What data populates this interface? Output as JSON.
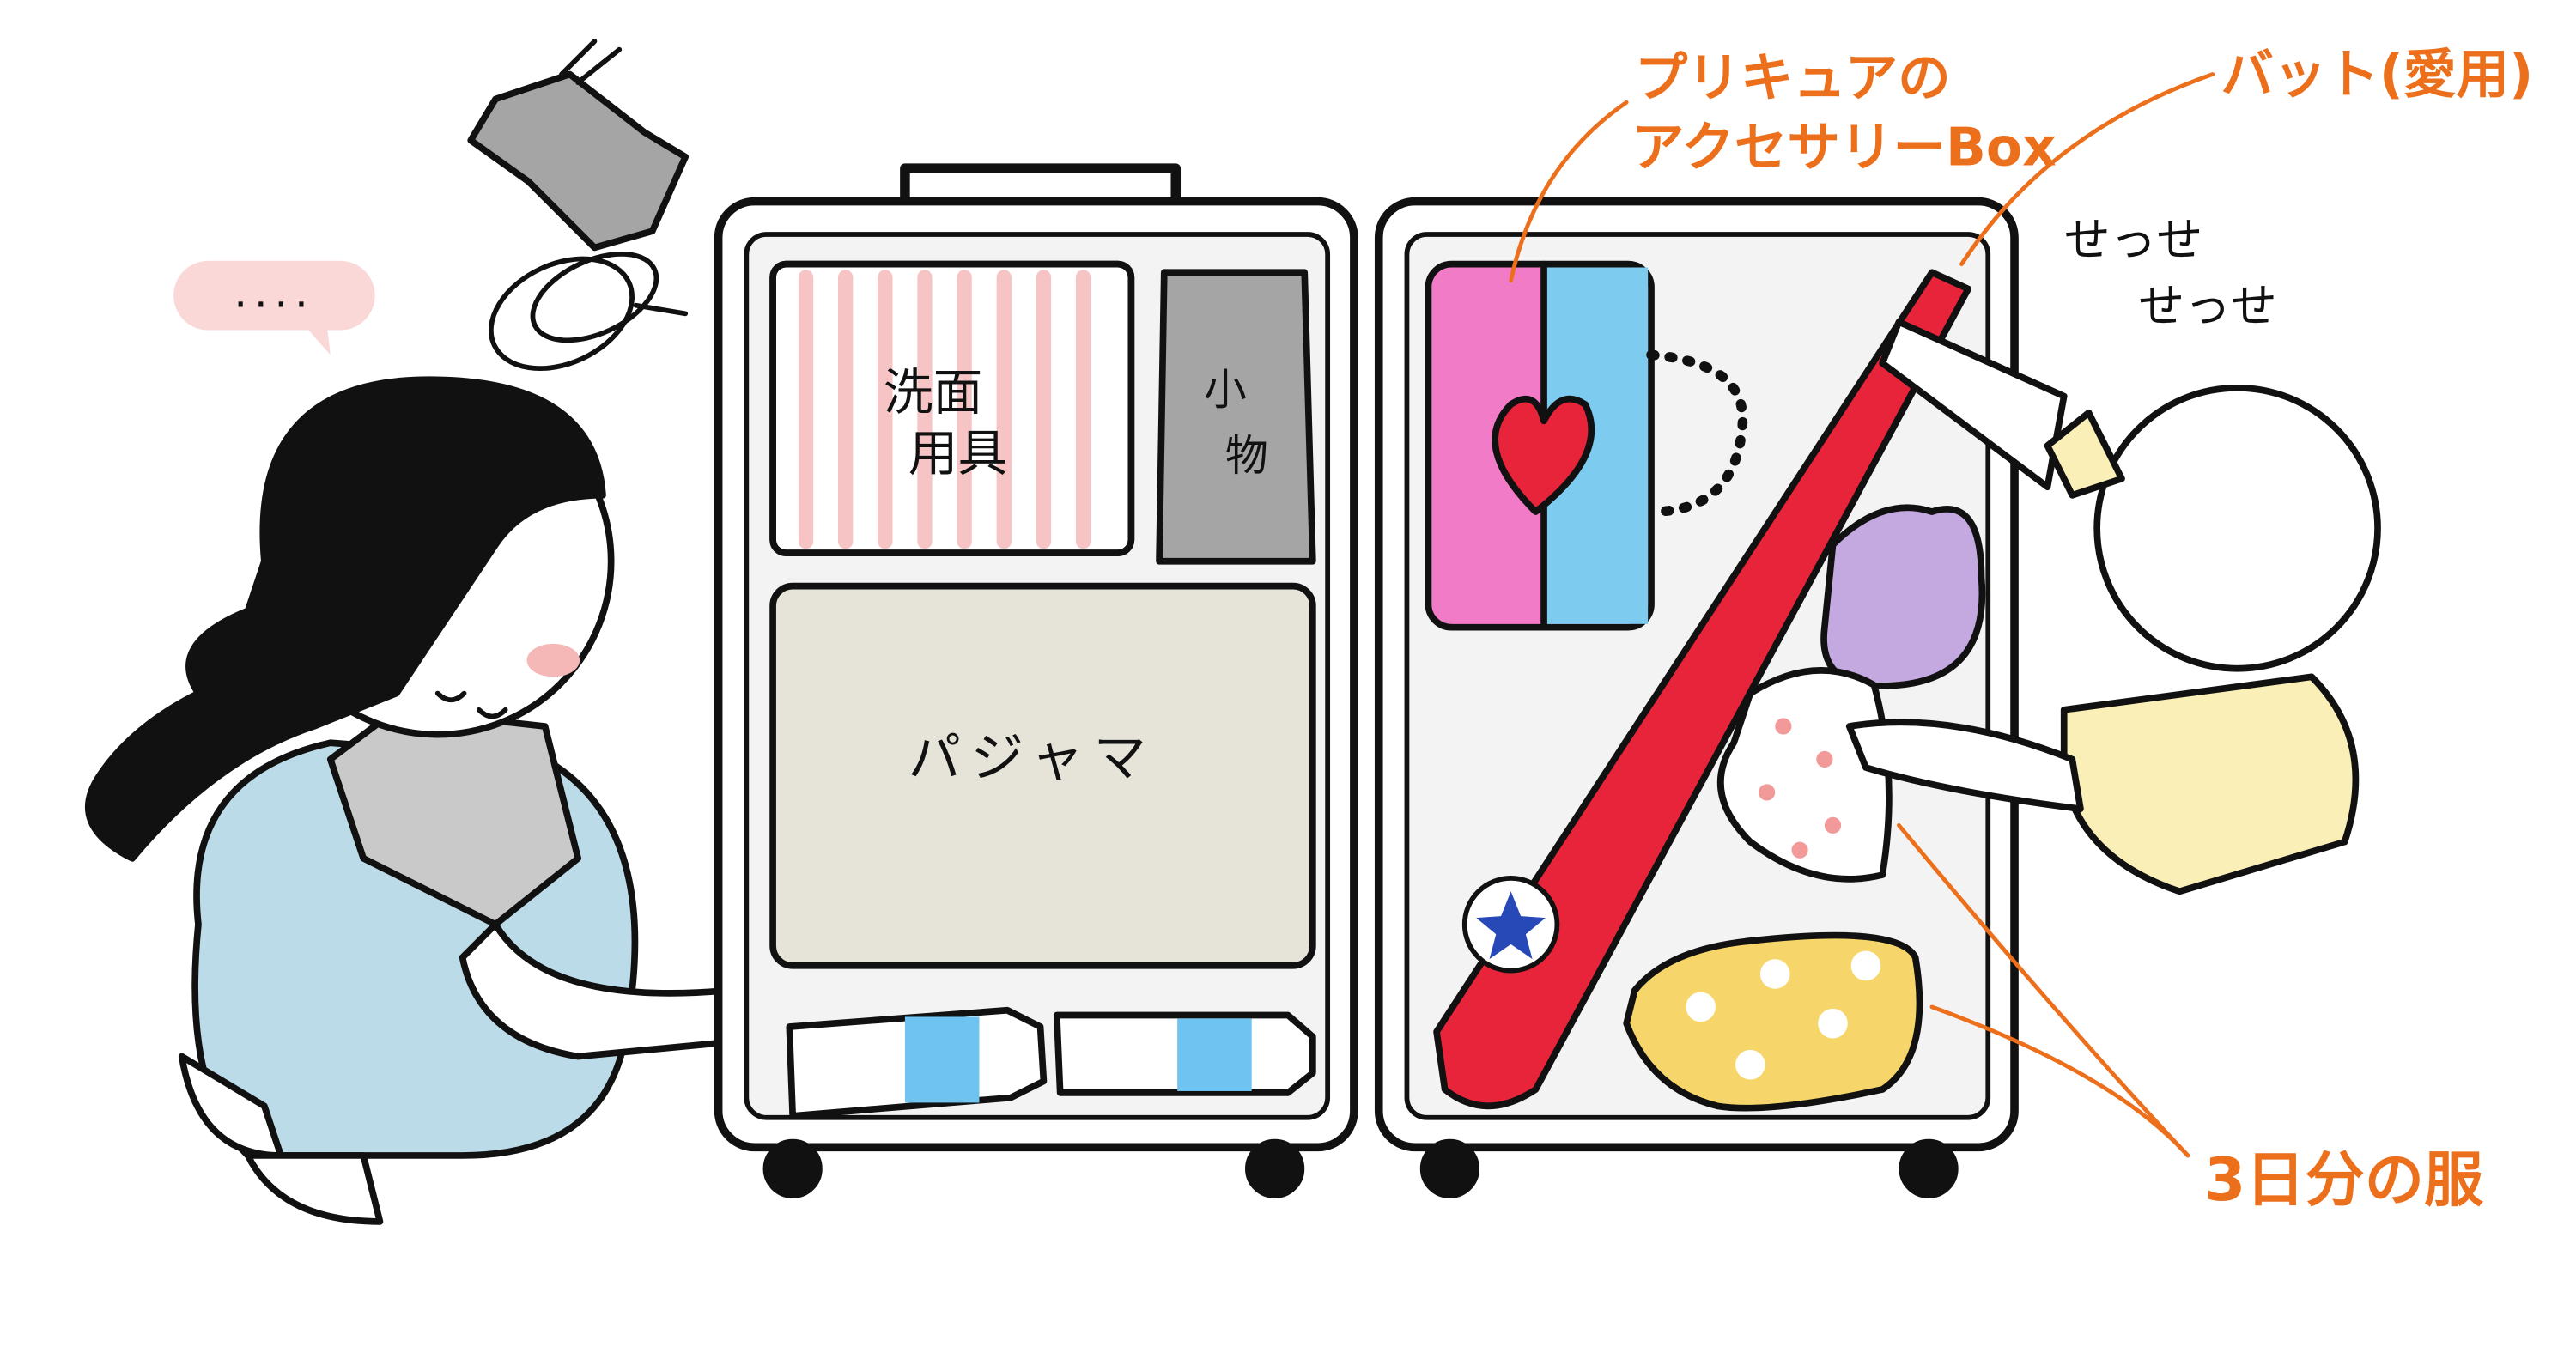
{
  "speech_bubble": {
    "text": "...."
  },
  "suitcase_left": {
    "toiletry_label_line1": "洗面",
    "toiletry_label_line2": "用具",
    "small_items_line1": "小",
    "small_items_line2": "物",
    "pajama_label": "パジャマ"
  },
  "annotations": {
    "precure_line1": "プリキュアの",
    "precure_line2": "アクセサリーBox",
    "bat": "バット(愛用)",
    "clothes": "3日分の服"
  },
  "sound_effects": {
    "line1": "せっせ",
    "line2": "せっせ"
  },
  "colors": {
    "annotation": "#ec6f1c",
    "bat": "#e8243a",
    "pajama": "#e6e3d8",
    "dress": "#bcdbe8",
    "precure_blue": "#7ecbf0",
    "precure_pink": "#f27bc8"
  }
}
